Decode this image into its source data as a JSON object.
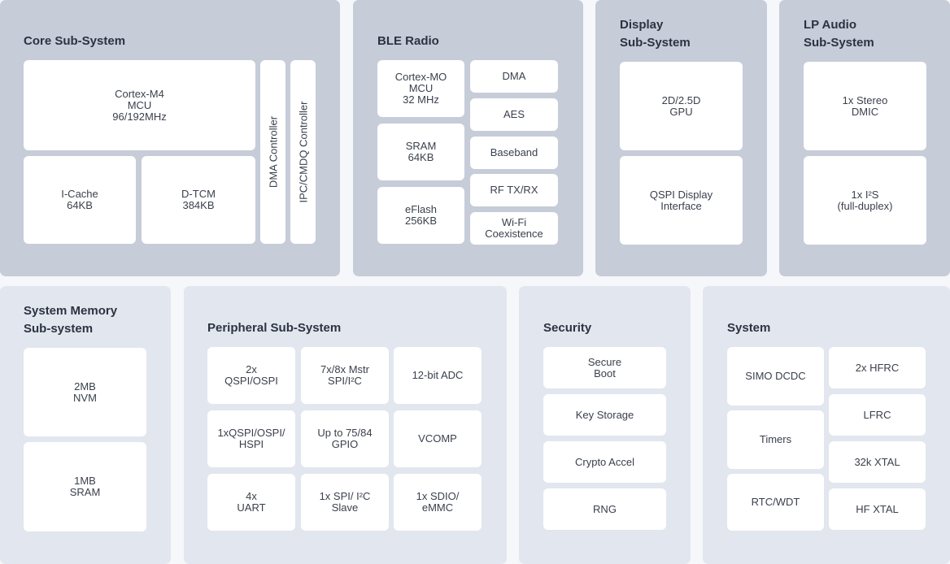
{
  "core": {
    "title": "Core Sub-System",
    "cpu": "Cortex-M4\nMCU\n96/192MHz",
    "icache": "I-Cache\n64KB",
    "dtcm": "D-TCM\n384KB",
    "dma": "DMA Controller",
    "ipc": "IPC/CMDQ Controller"
  },
  "ble": {
    "title": "BLE Radio",
    "cpu": "Cortex-MO\nMCU\n32 MHz",
    "sram": "SRAM\n64KB",
    "eflash": "eFlash\n256KB",
    "dma": "DMA",
    "aes": "AES",
    "baseband": "Baseband",
    "rf": "RF TX/RX",
    "wifi": "Wi-Fi\nCoexistence"
  },
  "display": {
    "title": "Display\nSub-System",
    "gpu": "2D/2.5D\nGPU",
    "qspi": "QSPI Display\nInterface"
  },
  "audio": {
    "title": "LP Audio\nSub-System",
    "dmic": "1x Stereo\nDMIC",
    "i2s": "1x I²S\n(full-duplex)"
  },
  "memory": {
    "title": "System Memory\nSub-system",
    "nvm": "2MB\nNVM",
    "sram": "1MB\nSRAM"
  },
  "peripheral": {
    "title": "Peripheral Sub-System",
    "qspi": "2x\nQSPI/OSPI",
    "spi": "7x/8x Mstr\nSPI/I²C",
    "adc": "12-bit ADC",
    "hspi": "1xQSPI/OSPI/\nHSPI",
    "gpio": "Up to 75/84\nGPIO",
    "vcomp": "VCOMP",
    "uart": "4x\nUART",
    "slave": "1x SPI/ I²C\nSlave",
    "sdio": "1x SDIO/\neMMC"
  },
  "security": {
    "title": "Security",
    "boot": "Secure\nBoot",
    "key": "Key Storage",
    "crypto": "Crypto Accel",
    "rng": "RNG"
  },
  "system": {
    "title": "System",
    "simo": "SIMO DCDC",
    "timers": "Timers",
    "rtc": "RTC/WDT",
    "hfrc": "2x HFRC",
    "lfrc": "LFRC",
    "xtal32": "32k XTAL",
    "hfxtal": "HF XTAL"
  }
}
